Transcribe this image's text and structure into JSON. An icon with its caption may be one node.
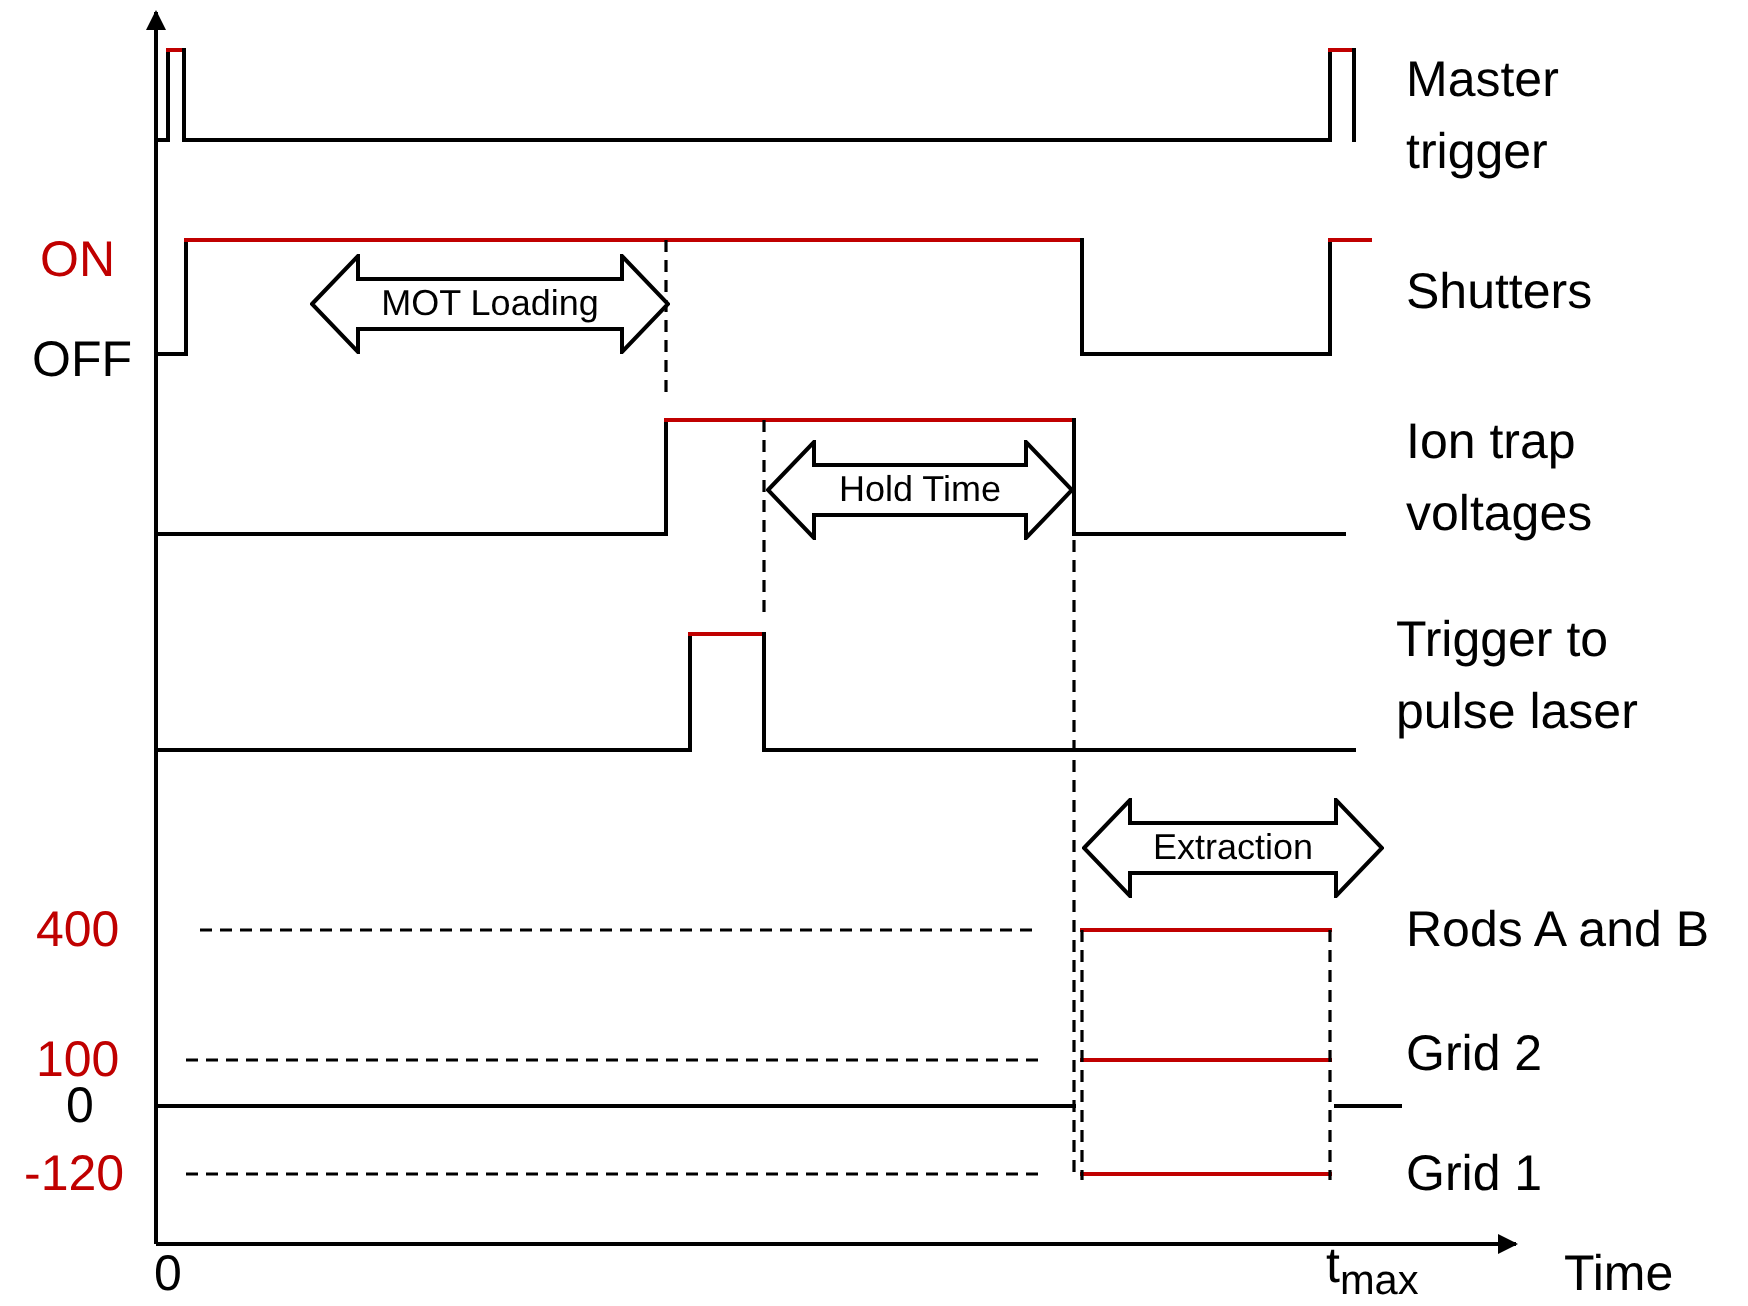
{
  "diagram": {
    "nodes": [
      {
        "text": [
          "MOT Loading"
        ]
      },
      {
        "text": [
          "Hold Time"
        ]
      },
      {
        "text": [
          "Extraction"
        ]
      }
    ],
    "labels": [
      "Master trigger",
      "ON",
      "Shutters",
      "OFF",
      "Ion trap voltages",
      "Trigger to pulse laser",
      "400",
      "Rods A and B",
      "100",
      "Grid 2",
      "0",
      "-120",
      "Grid 1",
      "0",
      "t$_{max}$",
      "Time"
    ]
  }
}
